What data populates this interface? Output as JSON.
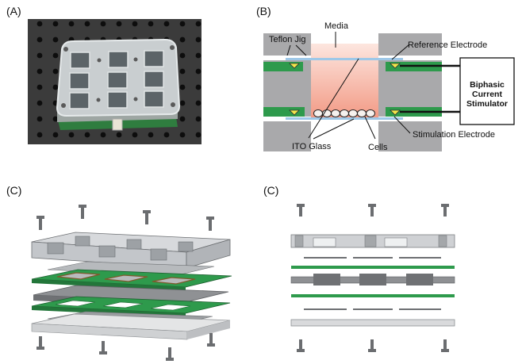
{
  "panels": {
    "a": {
      "label": "(A)"
    },
    "b": {
      "label": "(B)",
      "annotations": {
        "teflon_jig": "Teflon Jig",
        "media": "Media",
        "reference_electrode": "Reference Electrode",
        "ito_glass": "ITO Glass",
        "cells": "Cells",
        "stimulation_electrode": "Stimulation Electrode",
        "stimulator_line1": "Biphasic",
        "stimulator_line2": "Current",
        "stimulator_line3": "Stimulator"
      }
    },
    "c_exploded": {
      "label": "(C)"
    },
    "c_section": {
      "label": "(C)"
    }
  },
  "colors": {
    "jig_gray": "#a9a9ab",
    "pcb_green": "#2e9a4c",
    "media_pink": "#f4b6a8",
    "glass_blue": "#9ec8e8",
    "electrode_yellow": "#f3e64a",
    "photo_background": "#3a3a3a"
  }
}
